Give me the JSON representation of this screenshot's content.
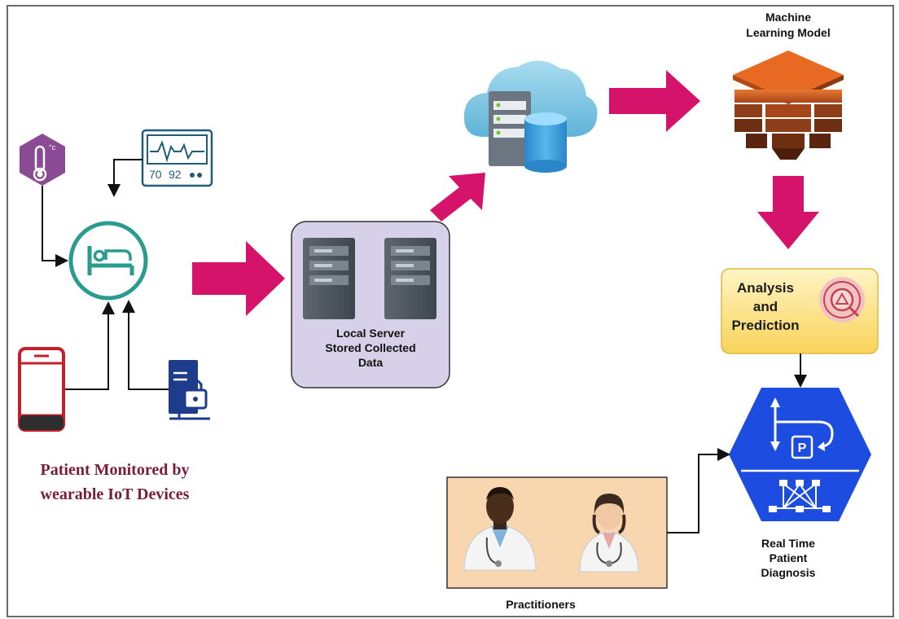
{
  "patient": {
    "monitor_values": [
      "70",
      "92"
    ],
    "caption_lines": [
      "Patient Monitored by",
      "wearable IoT Devices"
    ]
  },
  "local_server": {
    "label_lines": [
      "Local Server",
      "Stored Collected",
      "Data"
    ]
  },
  "ml_model": {
    "label_lines": [
      "Machine",
      "Learning Model"
    ]
  },
  "analysis": {
    "label_lines": [
      "Analysis",
      "and",
      "Prediction"
    ]
  },
  "diagnosis": {
    "label_lines": [
      "Real Time",
      "Patient",
      "Diagnosis"
    ],
    "badge": "P"
  },
  "practitioners": {
    "label": "Practitioners"
  },
  "colors": {
    "flow_arrow": "#d6136a",
    "teal_icon": "#2a9b8f",
    "purple_hex": "#8b4a94",
    "server_box": "#d6d0e8",
    "analysis_box": "#fde38c",
    "practitioner_box": "#f8d7b0",
    "diagnosis_hex": "#1d4de0",
    "caption": "#7a1d3a"
  }
}
